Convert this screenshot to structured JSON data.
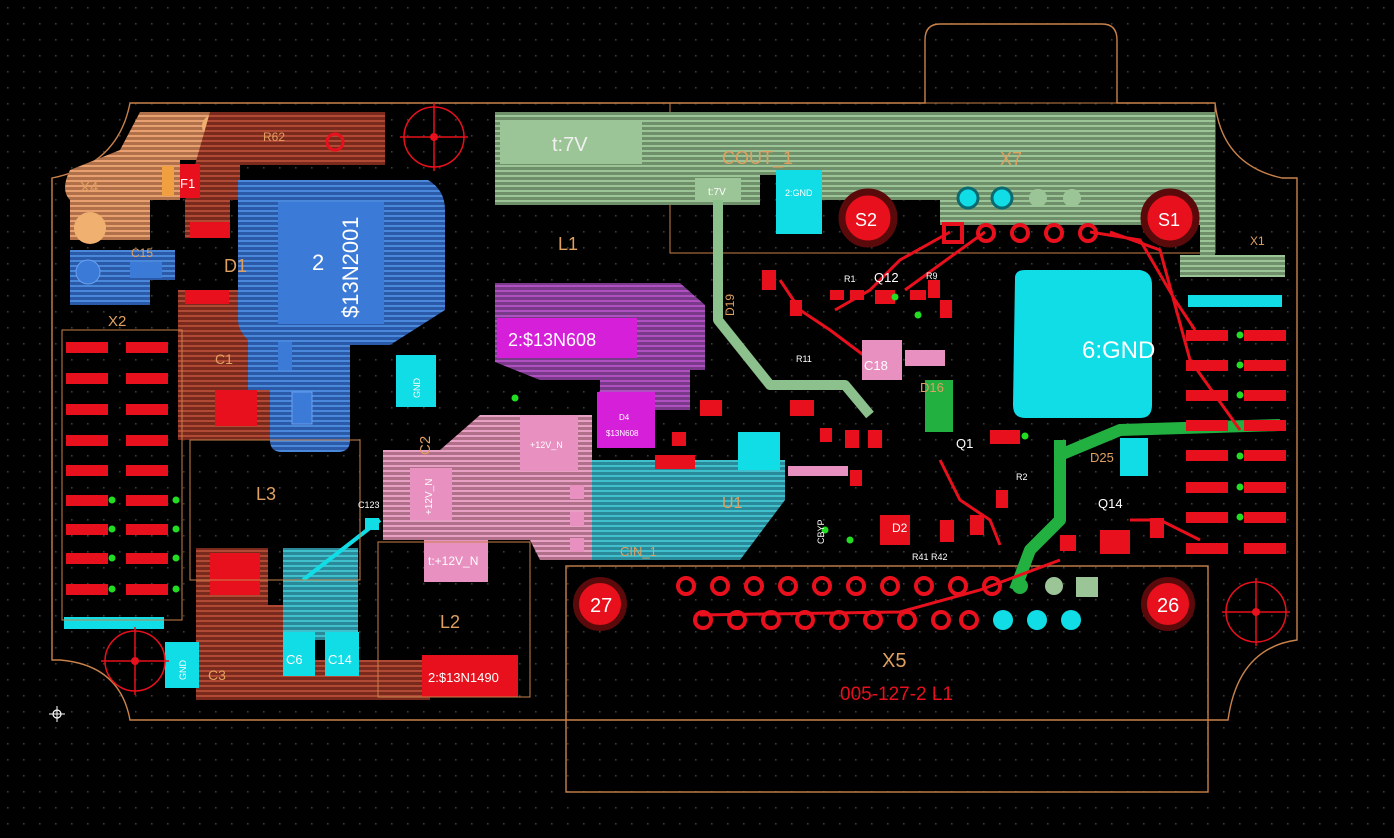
{
  "colors": {
    "background": "#000000",
    "grid_dot": "#3a3a3a",
    "outline": "#c9824a",
    "top_copper": "#e8101c",
    "bottom_copper": "#3b7ad6",
    "cyan": "#11dde6",
    "pink": "#e890c0",
    "magenta": "#d51fd8",
    "green_pour": "#8cc08c",
    "green_trace": "#22b040",
    "peach_pour": "#e8a070",
    "brown_pour": "#a0402a",
    "silk_text": "#e0a060"
  },
  "connectors": {
    "x5": {
      "ref": "X5",
      "part": "005-127-2  L1",
      "pin_a": "27",
      "pin_b": "26"
    },
    "x7": {
      "ref": "X7"
    },
    "x1": {
      "ref": "X1"
    },
    "x2": {
      "ref": "X2"
    },
    "x4": {
      "ref": "X4"
    }
  },
  "switches": {
    "s1": "S1",
    "s2": "S2"
  },
  "components": {
    "l1": "L1",
    "l2": "L2",
    "l3": "L3",
    "d1": "D1",
    "d2": "D2",
    "d16": "D16",
    "d19": "D19",
    "d25": "D25",
    "c1": "C1",
    "c2": "C2",
    "c3": "C3",
    "c6": "C6",
    "c14": "C14",
    "c15": "C15",
    "c18": "C18",
    "f1": "F1",
    "r62": "R62",
    "q1": "Q1",
    "q12": "Q12",
    "q14": "Q14",
    "u1": "U1",
    "r1": "R1",
    "r9": "R9",
    "r2": "R2",
    "r11": "R11",
    "cout": "COUT_1",
    "cin": "CIN_1",
    "c123": "C123",
    "cbyp": "CBYP",
    "r41_r42": "R41 R42"
  },
  "nets": {
    "v7_big": "t:7V",
    "v7_small": "t:7V",
    "gnd_2": "2:GND",
    "gnd_6": "6:GND",
    "net_2001": "$13N2001",
    "net_2001_num": "2",
    "net_608": "2:$13N608",
    "net_1490": "2:$13N1490",
    "plus12_a": "+12V_N",
    "plus12_b": "t:+12V_N",
    "gnd_pad": "GND",
    "gnd_c2": "GND",
    "d4_net": "$13N608",
    "d4_ref": "D4",
    "d1_pad": "+12V_N"
  }
}
